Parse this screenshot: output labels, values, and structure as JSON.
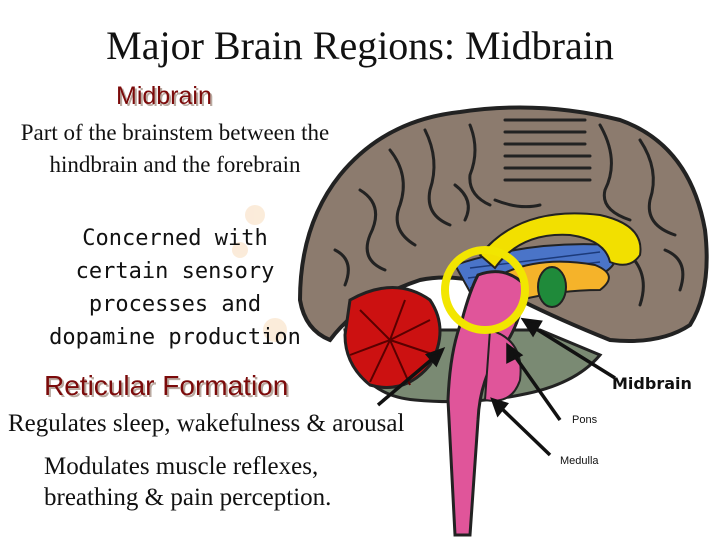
{
  "title": "Major Brain Regions: Midbrain",
  "midbrain": {
    "heading": "Midbrain",
    "description": "Part of the brainstem between the hindbrain and the forebrain",
    "function": "Concerned with certain sensory processes and dopamine production"
  },
  "reticular_formation": {
    "heading": "Reticular Formation",
    "line1": "Regulates sleep, wakefulness & arousal",
    "line2": "Modulates muscle reflexes,",
    "line3": "breathing & pain perception."
  },
  "diagram_labels": {
    "midbrain": "Midbrain",
    "pons": "Pons",
    "medulla": "Medulla"
  },
  "colors": {
    "heading_text": "#7b0a0a",
    "cerebrum": "#8c7b6e",
    "cerebellum": "#cc1111",
    "brainstem": "#e0559a",
    "highlight_circle": "#f2e600",
    "thalamus": "#f5b32a",
    "hypothalamus": "#1f8a3a",
    "ventricle": "#4a74c8"
  }
}
